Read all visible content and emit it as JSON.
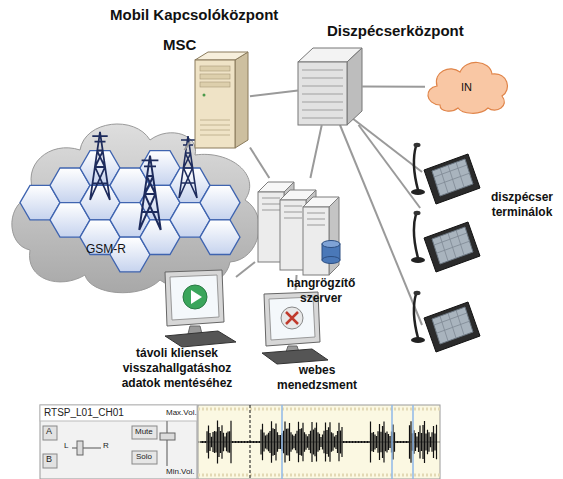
{
  "diagram": {
    "nodes": [
      {
        "text": [
          "Mobil Kapcsolóközpont",
          "MSC"
        ]
      },
      {
        "text": [
          "Diszpécserközpont"
        ]
      },
      {
        "text": [
          "IN"
        ]
      },
      {
        "text": [
          "GSM-R"
        ]
      },
      {
        "text": [
          "diszpécser terminálok"
        ]
      },
      {
        "text": [
          "hangrögzítő szerver"
        ]
      },
      {
        "text": [
          "távoli kliensek visszahallgatáshoz adatok mentéséhez"
        ]
      },
      {
        "text": [
          "webes menedzsment"
        ]
      }
    ],
    "edges": [
      {
        "from": 3,
        "to": 0,
        "arrow": "none"
      },
      {
        "from": 0,
        "to": 1,
        "arrow": "none"
      },
      {
        "from": 1,
        "to": 2,
        "arrow": "none"
      },
      {
        "from": 0,
        "to": 5,
        "arrow": "none"
      },
      {
        "from": 1,
        "to": 5,
        "arrow": "none"
      },
      {
        "from": 1,
        "to": 4,
        "arrow": "none"
      },
      {
        "from": 5,
        "to": 6,
        "arrow": "none"
      },
      {
        "from": 5,
        "to": 7,
        "arrow": "none"
      }
    ],
    "labels": [
      "RTSP_L01_CH01",
      "Max.Vol.",
      "A",
      "L",
      "R",
      "Mute",
      "B",
      "Solo",
      "Min.Vol."
    ]
  }
}
